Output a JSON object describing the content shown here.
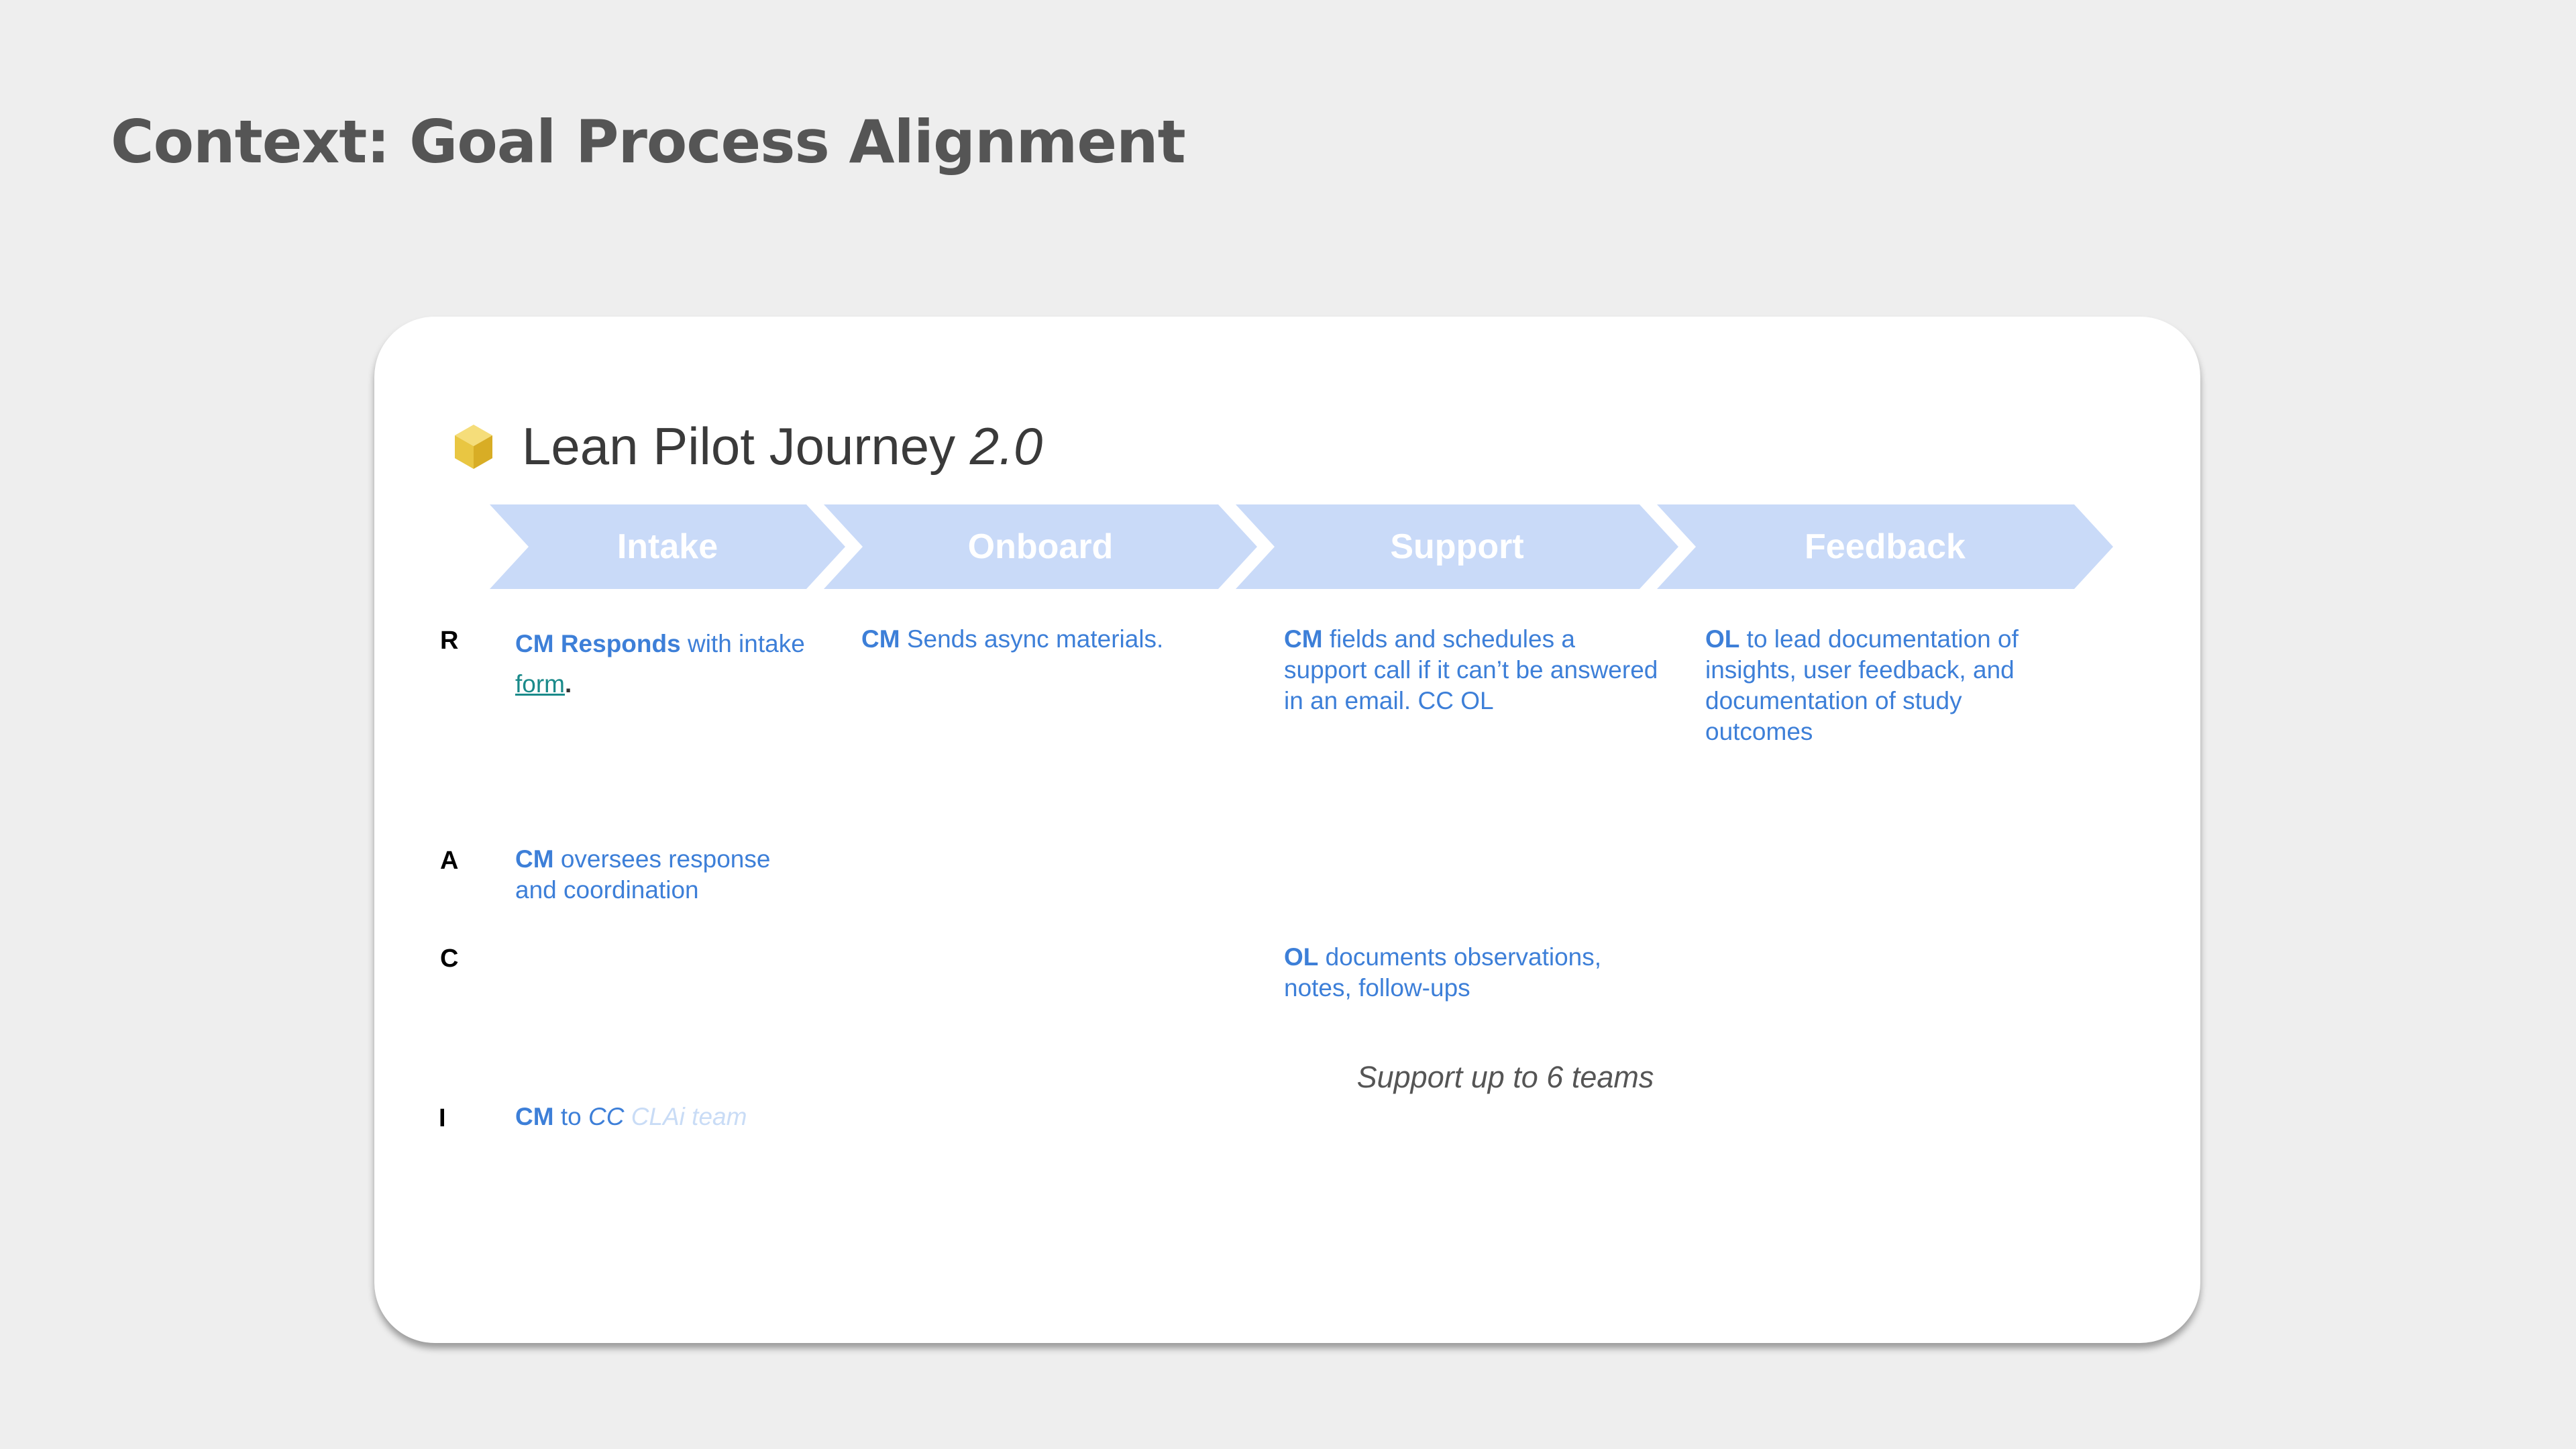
{
  "slide": {
    "title": "Context: Goal Process Alignment"
  },
  "card": {
    "title_main": "Lean Pilot Journey",
    "title_version": "2.0",
    "phases": [
      "Intake",
      "Onboard",
      "Support",
      "Feedback"
    ],
    "rows": {
      "R": {
        "letter": "R",
        "intake": {
          "actor": "CM Responds",
          "text": " with intake",
          "link": "form",
          "end": "."
        },
        "onboard": {
          "actor": "CM",
          "text": " Sends async materials."
        },
        "support": {
          "actor": "CM",
          "text": " fields and schedules a support call if it can’t be answered in an email. CC OL"
        },
        "feedback": {
          "actor": "OL",
          "text": " to lead documentation of insights, user feedback, and documentation of study outcomes"
        }
      },
      "A": {
        "letter": "A",
        "intake": {
          "actor": "CM",
          "text": " oversees response and coordination"
        }
      },
      "C": {
        "letter": "C",
        "support": {
          "actor": "OL",
          "text": " documents observations, notes, follow-ups"
        }
      },
      "I": {
        "letter": "I",
        "intake": {
          "actor": "CM",
          "text": " to ",
          "cc": "CC",
          "faded": " CLAi team"
        }
      }
    },
    "note": "Support up to 6 teams"
  },
  "colors": {
    "chevron": "#c9daf8",
    "accent_text": "#3d7fd8",
    "background": "#eeeeee"
  }
}
